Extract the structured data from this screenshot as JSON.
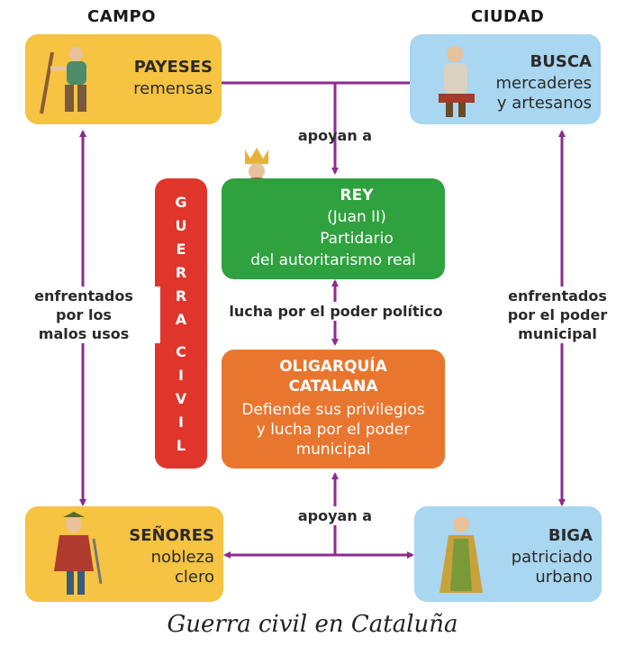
{
  "headings": {
    "campo": "CAMPO",
    "ciudad": "CIUDAD"
  },
  "payeses": {
    "title": "PAYESES",
    "subtitle": "remensas",
    "icon": "peasant-figure"
  },
  "busca": {
    "title": "BUSCA",
    "line1": "mercaderes",
    "line2": "y artesanos",
    "icon": "artisan-figure"
  },
  "senores": {
    "title": "SEÑORES",
    "line1": "nobleza",
    "line2": "clero",
    "icon": "noble-figure"
  },
  "biga": {
    "title": "BIGA",
    "line1": "patriciado",
    "line2": "urbano",
    "icon": "patrician-figure"
  },
  "rey": {
    "line1": "REY",
    "line2": "(Juan II)",
    "line3": "Partidario",
    "line4": "del autoritarismo real",
    "icon": "king-figure"
  },
  "oligarquia": {
    "line1": "OLIGARQUÍA",
    "line2": "CATALANA",
    "line3": "Defiende sus privilegios",
    "line4": "y lucha por el poder",
    "line5": "municipal"
  },
  "guerra_civil": {
    "word1": [
      "G",
      "U",
      "E",
      "R",
      "R",
      "A"
    ],
    "word2": [
      "C",
      "I",
      "V",
      "I",
      "L"
    ]
  },
  "labels": {
    "apoyan_top": "apoyan a",
    "apoyan_bottom": "apoyan a",
    "lucha": "lucha por el poder político",
    "left_1": "enfrentados",
    "left_2": "por los",
    "left_3": "malos usos",
    "right_1": "enfrentados",
    "right_2": "por el poder",
    "right_3": "municipal"
  },
  "caption": "Guerra civil en Cataluña",
  "colors": {
    "arrow": "#8e2a8f",
    "yellow": "#f6c342",
    "blue": "#a9d6f0",
    "green": "#2fa13e",
    "orange": "#e9762f",
    "red": "#e0352b"
  }
}
